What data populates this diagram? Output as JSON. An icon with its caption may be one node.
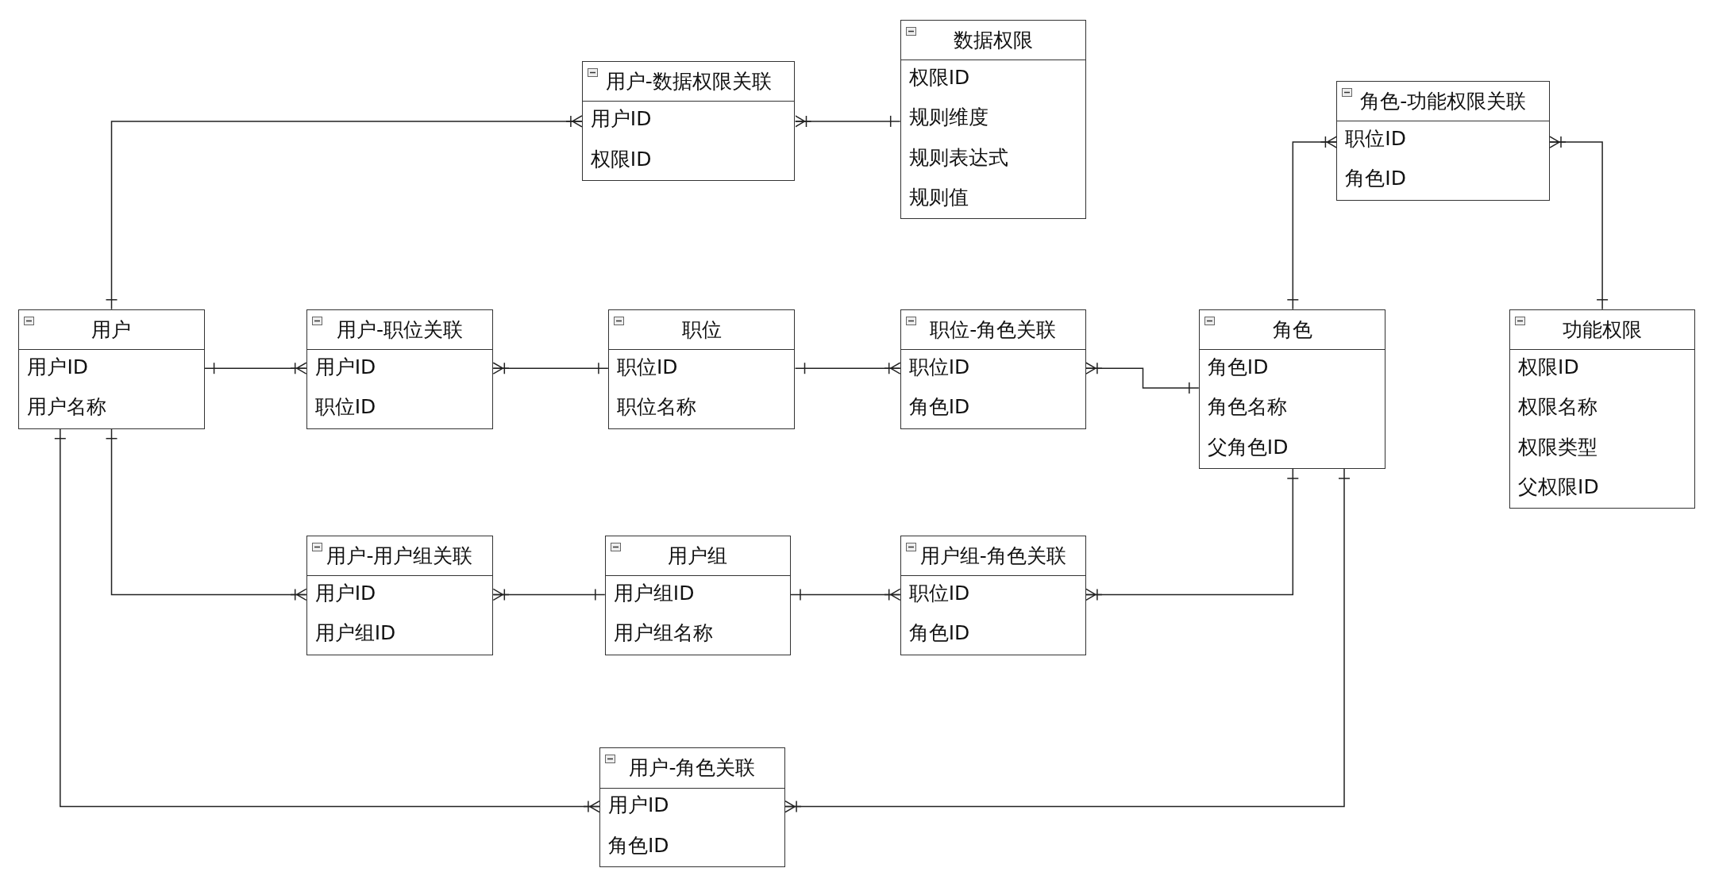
{
  "diagram": {
    "nodes": [
      {
        "text": [
          "数据权限",
          "权限ID",
          "规则维度",
          "规则表达式",
          "规则值"
        ]
      },
      {
        "text": [
          "用户-数据权限关联",
          "用户ID",
          "权限ID"
        ]
      },
      {
        "text": [
          "角色-功能权限关联",
          "职位ID",
          "角色ID"
        ]
      },
      {
        "text": [
          "用户",
          "用户ID",
          "用户名称"
        ]
      },
      {
        "text": [
          "用户-职位关联",
          "用户ID",
          "职位ID"
        ]
      },
      {
        "text": [
          "职位",
          "职位ID",
          "职位名称"
        ]
      },
      {
        "text": [
          "职位-角色关联",
          "职位ID",
          "角色ID"
        ]
      },
      {
        "text": [
          "角色",
          "角色ID",
          "角色名称",
          "父角色ID"
        ]
      },
      {
        "text": [
          "功能权限",
          "权限ID",
          "权限名称",
          "权限类型",
          "父权限ID"
        ]
      },
      {
        "text": [
          "用户-用户组关联",
          "用户ID",
          "用户组ID"
        ]
      },
      {
        "text": [
          "用户组",
          "用户组ID",
          "用户组名称"
        ]
      },
      {
        "text": [
          "用户组-角色关联",
          "职位ID",
          "角色ID"
        ]
      },
      {
        "text": [
          "用户-角色关联",
          "用户ID",
          "角色ID"
        ]
      }
    ],
    "edges": [
      {
        "from": 3,
        "to": 1,
        "arrow": "other"
      },
      {
        "from": 0,
        "to": 1,
        "arrow": "other"
      },
      {
        "from": 3,
        "to": 4,
        "arrow": "other"
      },
      {
        "from": 5,
        "to": 4,
        "arrow": "other"
      },
      {
        "from": 5,
        "to": 6,
        "arrow": "other"
      },
      {
        "from": 7,
        "to": 6,
        "arrow": "other"
      },
      {
        "from": 7,
        "to": 2,
        "arrow": "other"
      },
      {
        "from": 8,
        "to": 2,
        "arrow": "other"
      },
      {
        "from": 3,
        "to": 9,
        "arrow": "other"
      },
      {
        "from": 10,
        "to": 9,
        "arrow": "other"
      },
      {
        "from": 10,
        "to": 11,
        "arrow": "other"
      },
      {
        "from": 7,
        "to": 11,
        "arrow": "other"
      },
      {
        "from": 3,
        "to": 12,
        "arrow": "other"
      },
      {
        "from": 7,
        "to": 12,
        "arrow": "other"
      }
    ]
  }
}
